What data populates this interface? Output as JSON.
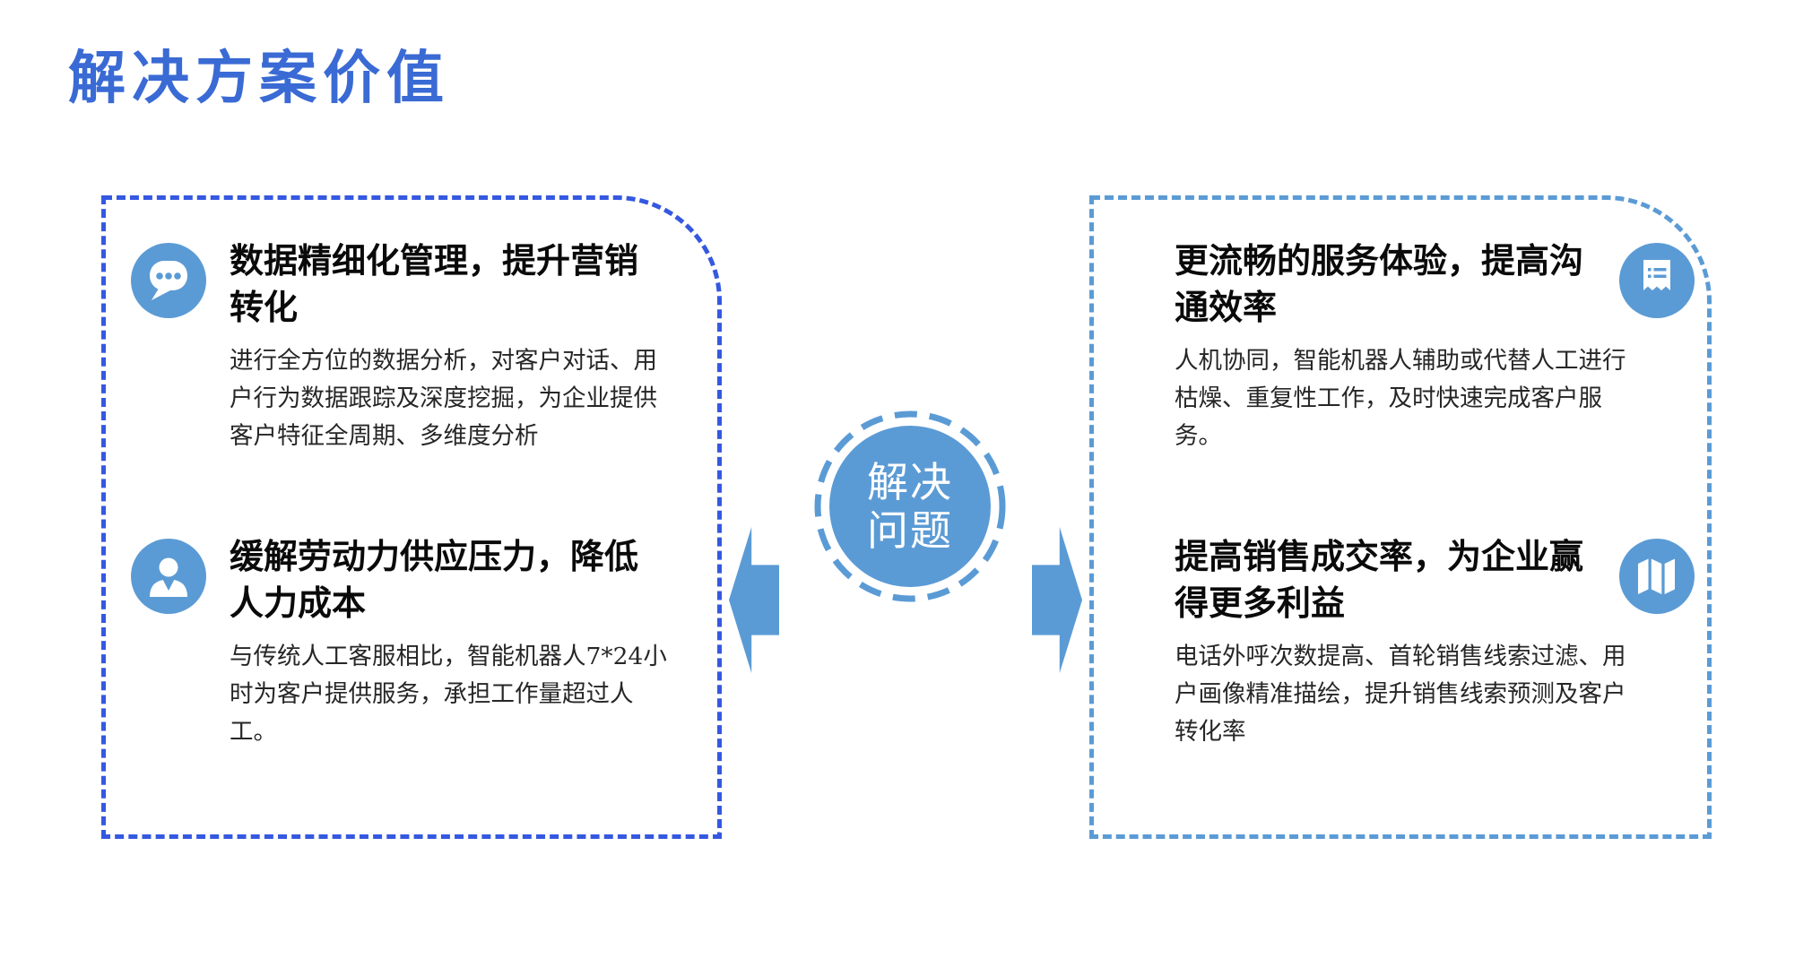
{
  "title": "解决方案价值",
  "colors": {
    "title_blue": "#3A6AD4",
    "left_box_border": "#3558E0",
    "right_box_border": "#5B9BD5",
    "accent_blue": "#5B9BD5",
    "heading_text": "#0a0a0a",
    "body_text": "#262626",
    "circle_label_text": "#ffffff"
  },
  "left_box": {
    "items": [
      {
        "icon": "chat-bubble-icon",
        "heading": "数据精细化管理，提升营销\n转化",
        "body": "进行全方位的数据分析，对客户对话、用\n户行为数据跟踪及深度挖掘，为企业提供\n客户特征全周期、多维度分析"
      },
      {
        "icon": "user-icon",
        "heading": "缓解劳动力供应压力，降低\n人力成本",
        "body": "与传统人工客服相比，智能机器人7*24小\n时为客户提供服务，承担工作量超过人\n工。"
      }
    ]
  },
  "center": {
    "label_line1": "解决",
    "label_line2": "问题"
  },
  "right_box": {
    "items": [
      {
        "icon": "receipt-icon",
        "heading": "更流畅的服务体验，提高沟\n通效率",
        "body": "人机协同，智能机器人辅助或代替人工进行\n枯燥、重复性工作，及时快速完成客户服\n务。"
      },
      {
        "icon": "map-icon",
        "heading": "提高销售成交率，为企业赢\n得更多利益",
        "body": "电话外呼次数提高、首轮销售线索过滤、用\n户画像精准描绘，提升销售线索预测及客户\n转化率"
      }
    ]
  }
}
